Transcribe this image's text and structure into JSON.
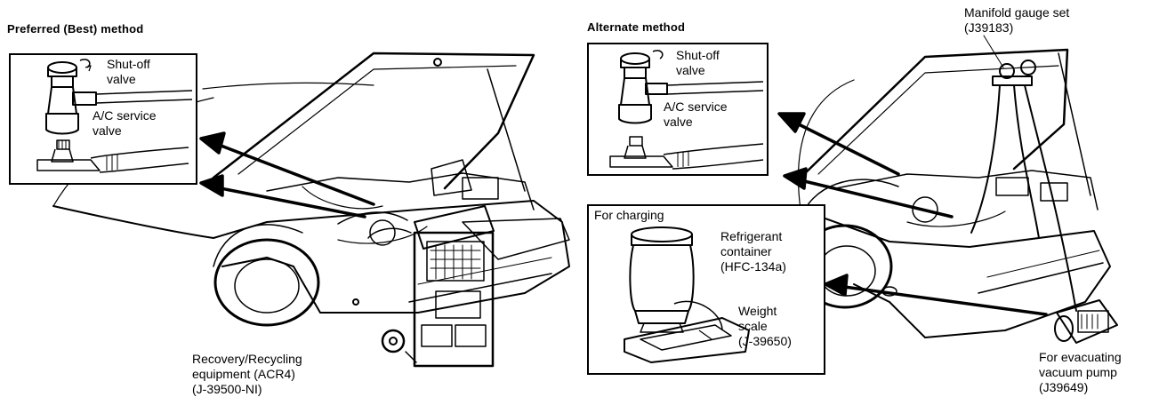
{
  "left": {
    "heading": "Preferred (Best) method",
    "inset": {
      "shutoff": "Shut-off\nvalve",
      "service": "A/C service\nvalve"
    },
    "equipment": "Recovery/Recycling\nequipment (ACR4)\n(J-39500-NI)"
  },
  "right": {
    "heading": "Alternate method",
    "manifold": "Manifold gauge set\n(J39183)",
    "inset": {
      "shutoff": "Shut-off\nvalve",
      "service": "A/C service\nvalve"
    },
    "charging": {
      "title": "For charging",
      "container": "Refrigerant\ncontainer\n(HFC-134a)",
      "scale": "Weight\nscale\n(J-39650)"
    },
    "pump": "For evacuating\nvacuum pump\n(J39649)"
  }
}
